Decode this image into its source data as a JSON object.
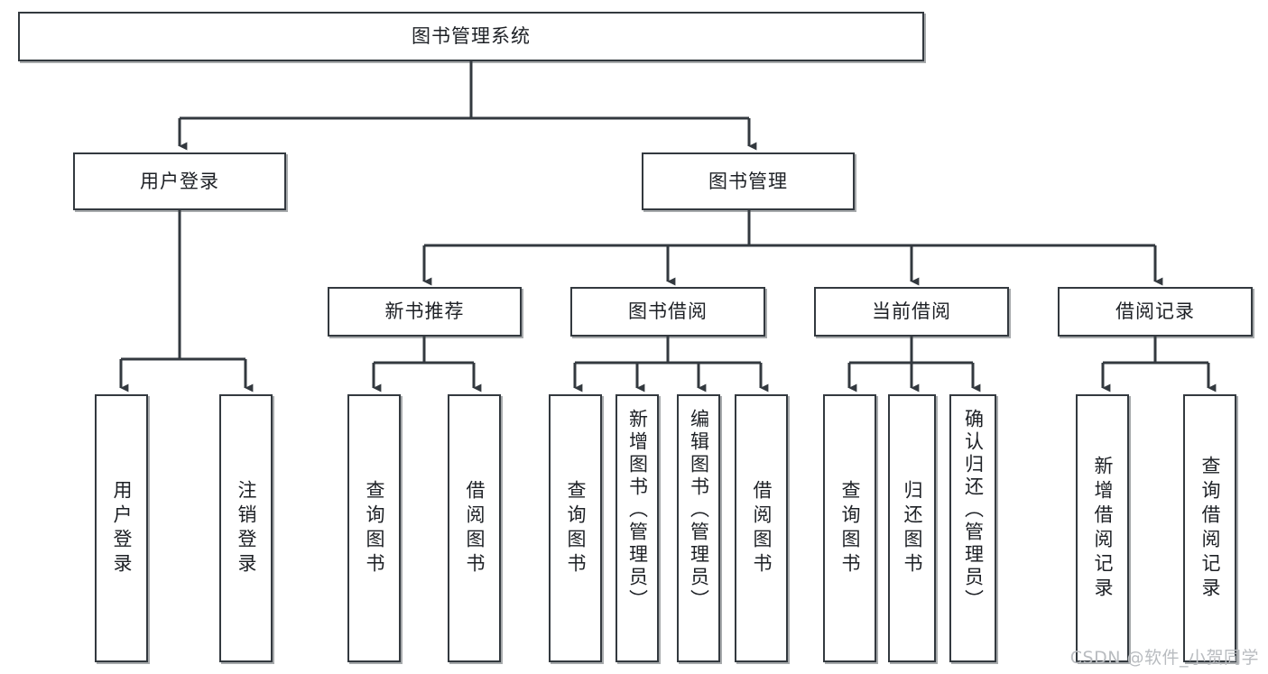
{
  "diagram": {
    "title_box": {
      "label": "图书管理系统"
    },
    "level2": [
      {
        "id": "user-login",
        "label": "用户登录"
      },
      {
        "id": "book-manage",
        "label": "图书管理"
      }
    ],
    "level3": [
      {
        "id": "new-book-recommend",
        "label": "新书推荐"
      },
      {
        "id": "book-borrow",
        "label": "图书借阅"
      },
      {
        "id": "current-borrow",
        "label": "当前借阅"
      },
      {
        "id": "borrow-record",
        "label": "借阅记录"
      }
    ],
    "leaves": {
      "user_login": [
        {
          "id": "leaf-user-login",
          "label": "用户登录"
        },
        {
          "id": "leaf-logout",
          "label": "注销登录"
        }
      ],
      "new_book_recommend": [
        {
          "id": "leaf-query-book-1",
          "label": "查询图书"
        },
        {
          "id": "leaf-borrow-book-1",
          "label": "借阅图书"
        }
      ],
      "book_borrow": [
        {
          "id": "leaf-query-book-2",
          "label": "查询图书"
        },
        {
          "id": "leaf-add-book",
          "label": "新增图书（管理员）"
        },
        {
          "id": "leaf-edit-book",
          "label": "编辑图书（管理员）"
        },
        {
          "id": "leaf-borrow-book-2",
          "label": "借阅图书"
        }
      ],
      "current_borrow": [
        {
          "id": "leaf-query-book-3",
          "label": "查询图书"
        },
        {
          "id": "leaf-return-book",
          "label": "归还图书"
        },
        {
          "id": "leaf-confirm-return",
          "label": "确认归还（管理员）"
        }
      ],
      "borrow_record": [
        {
          "id": "leaf-add-record",
          "label": "新增借阅记录"
        },
        {
          "id": "leaf-query-record",
          "label": "查询借阅记录"
        }
      ]
    },
    "watermark": "CSDN @软件_小贺同学",
    "colors": {
      "stroke": "#33393f",
      "text": "#1d2025",
      "background": "#ffffff",
      "watermark": "#b9bcc0"
    }
  }
}
